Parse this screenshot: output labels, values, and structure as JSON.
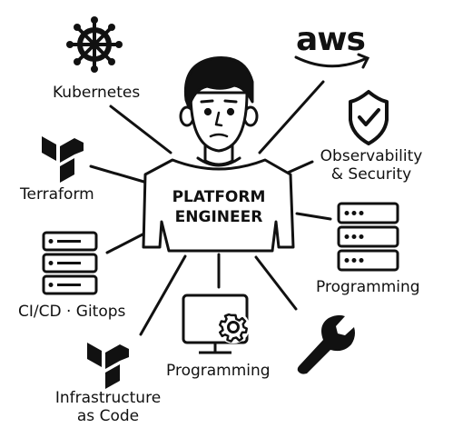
{
  "center": {
    "title_line1": "PLATFORM",
    "title_line2": "ENGINEER"
  },
  "logos": {
    "aws": "aws"
  },
  "labels": {
    "kubernetes": "Kubernetes",
    "terraform": "Terraform",
    "cicd": "CI/CD · Gitops",
    "iac_line1": "Infrastructure",
    "iac_line2": "as Code",
    "programming_bottom": "Programming",
    "observability_line1": "Observability",
    "observability_line2": "& Security",
    "programming_right": "Programming"
  },
  "icons": [
    "kubernetes-icon",
    "terraform-icon",
    "server-stack-icon",
    "terraform-icon",
    "monitor-gear-icon",
    "wrench-icon",
    "aws-logo",
    "shield-check-icon",
    "server-stack-icon"
  ],
  "colors": {
    "ink": "#111111",
    "background": "#ffffff"
  }
}
